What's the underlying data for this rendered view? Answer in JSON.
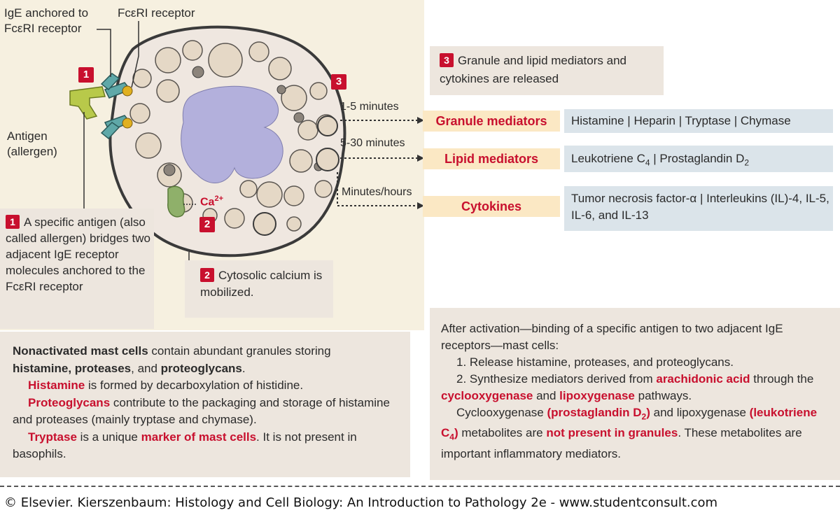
{
  "diagram": {
    "labels": {
      "ige_anchored": "IgE anchored to FcεRI receptor",
      "fceri_receptor": "FcεRI receptor",
      "antigen": "Antigen (allergen)",
      "ca": "Ca",
      "ca_sup": "2+",
      "step1_badge": "1",
      "step2_badge": "2",
      "step3_badge": "3"
    },
    "step1": {
      "badge": "1",
      "text": "A specific antigen (also called allergen) bridges two adjacent IgE receptor molecules anchored to the FcεRI receptor"
    },
    "step2": {
      "badge": "2",
      "text": "Cytosolic calcium is mobilized."
    },
    "step3": {
      "badge": "3",
      "text": "Granule and lipid mediators and cytokines are released"
    },
    "times": [
      "1-5 minutes",
      "5-30 minutes",
      "Minutes/hours"
    ],
    "mediators": [
      {
        "label": "Granule mediators",
        "value": "Histamine | Heparin | Tryptase | Chymase"
      },
      {
        "label": "Lipid mediators",
        "value_main": "Leukotriene C",
        "value_sub1": "4",
        "value_mid": " | Prostaglandin D",
        "value_sub2": "2"
      },
      {
        "label": "Cytokines",
        "value": "Tumor necrosis factor-α | Interleukins (IL)-4, IL-5, IL-6, and IL-13"
      }
    ]
  },
  "nonactivated": {
    "intro_bold": "Nonactivated mast cells",
    "intro_rest": " contain abundant granules storing",
    "line2_bold1": "histamine, proteases",
    "line2_mid": ", and ",
    "line2_bold2": "proteoglycans",
    "line2_end": ".",
    "histamine_red": "Histamine",
    "histamine_rest": " is formed by decarboxylation of histidine.",
    "proteo_red": "Proteoglycans",
    "proteo_rest": " contribute to the packaging and storage of histamine and proteases (mainly tryptase and chymase).",
    "tryptase_red": "Tryptase",
    "tryptase_mid": " is a unique ",
    "tryptase_marker": "marker of mast cells",
    "tryptase_rest": ". It is not present in basophils."
  },
  "activated": {
    "intro": "After activation—binding of a specific antigen to two adjacent  IgE receptors—mast cells:",
    "item1": "1. Release histamine, proteases, and proteoglycans.",
    "item2_start": "2. Synthesize mediators derived from ",
    "item2_red": "arachidonic acid",
    "item2_mid": " through the ",
    "item2_red2": "cyclooxygenase",
    "item2_and": " and ",
    "item2_red3": "lipoxygenase",
    "item2_end": " pathways.",
    "p3_start": "Cyclooxygenase ",
    "p3_red1": "(prostaglandin D",
    "p3_red1_sub": "2",
    "p3_red1_close": ")",
    "p3_mid": " and lipoxygenase ",
    "p3_red2": "(leukotriene C",
    "p3_red2_sub": "4",
    "p3_red2_close": ")",
    "p3_mid2": " metabolites are ",
    "p3_red3": "not present in granules",
    "p3_end": ". These metabolites are important inflammatory mediators."
  },
  "footer": {
    "credit": "© Elsevier. Kierszenbaum: Histology and Cell Biology: An Introduction to Pathology 2e - www.studentconsult.com"
  },
  "colors": {
    "accent_red": "#c8102e",
    "panel_beige": "#ede6de",
    "mediator_label_bg": "#fbe8c4",
    "mediator_value_bg": "#dbe4ea",
    "nucleus": "#b3b0dc",
    "granule": "#e5d8c6",
    "receptor_teal": "#5fa8a8",
    "antigen_green": "#b8c94a"
  }
}
